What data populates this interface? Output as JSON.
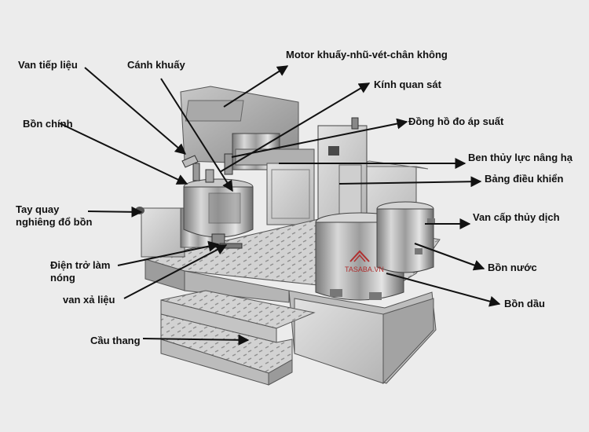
{
  "labels": {
    "van_tieu_lieu": "Van tiếp liệu",
    "canh_khuay": "Cánh khuấy",
    "motor": "Motor khuấy-nhũ-vét-chân không",
    "kinh_quan_sat": "Kính quan sát",
    "bon_chinh": "Bồn chính",
    "dong_ho": "Đồng hồ đo áp suất",
    "ben_thuy_luc": "Ben thủy lực nâng hạ",
    "bang_dieu_khien": "Bảng điều khiển",
    "tay_quay": "Tay quay nghiêng đổ bồn",
    "van_cap_thuy_dich": "Van cấp thủy dịch",
    "dien_tro": "Điện trở làm nóng",
    "bon_nuoc": "Bồn nước",
    "van_xa_lieu": "van xả liệu",
    "bon_dau": "Bồn dầu",
    "cau_thang": "Cầu thang"
  },
  "watermark": "TASABA.VN",
  "colors": {
    "background": "#ececec",
    "label": "#111111",
    "arrow": "#111111",
    "watermark": "#b03030"
  }
}
